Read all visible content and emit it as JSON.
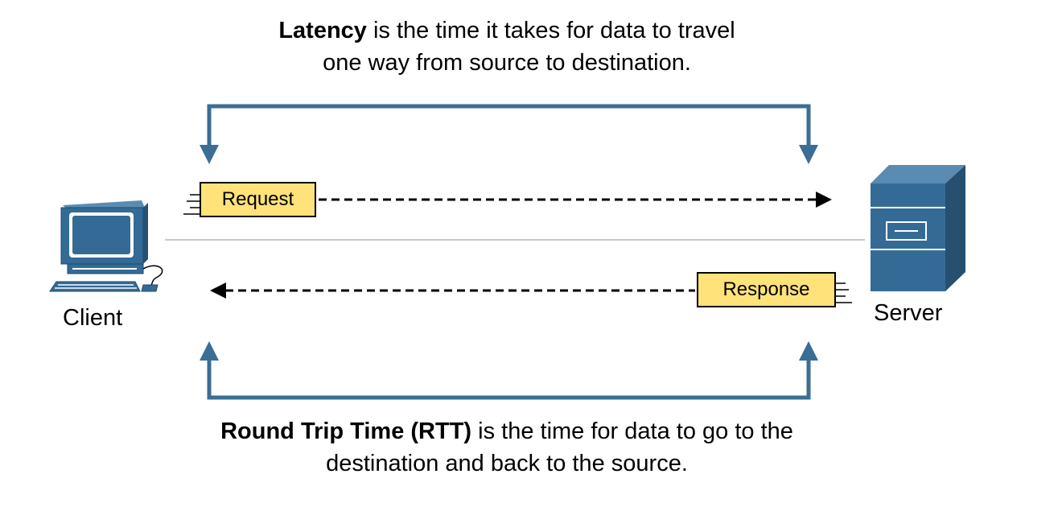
{
  "latency": {
    "bold": "Latency",
    "rest_line1": " is the time it takes for data to travel",
    "line2": "one way from source to destination."
  },
  "rtt": {
    "bold": "Round Trip Time (RTT)",
    "rest_line1": " is the time for data to go to the",
    "line2": "destination and back to the source."
  },
  "nodes": {
    "client": "Client",
    "server": "Server"
  },
  "packets": {
    "request": "Request",
    "response": "Response"
  },
  "colors": {
    "arrow_blue": "#3a6e95",
    "device_blue": "#336b96",
    "packet_yellow": "#ffe27a",
    "divider_gray": "#c8c8c8"
  },
  "icons": {
    "client": "computer-icon",
    "server": "server-icon"
  }
}
